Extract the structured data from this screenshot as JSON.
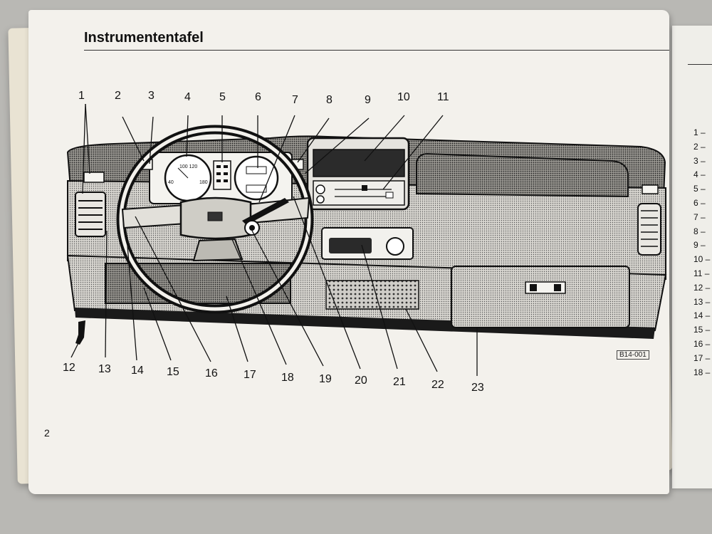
{
  "page": {
    "title": "Instrumententafel",
    "page_number": "2",
    "figure_code": "B14-001"
  },
  "callouts": [
    "1",
    "2",
    "3",
    "4",
    "5",
    "6",
    "7",
    "8",
    "9",
    "10",
    "11",
    "12",
    "13",
    "14",
    "15",
    "16",
    "17",
    "18",
    "19",
    "20",
    "21",
    "22",
    "23"
  ],
  "right_page": {
    "list": [
      "1 –",
      "2 –",
      "3 –",
      "4 –",
      "5 –",
      "6 –",
      "7 –",
      "8 –",
      "9 –",
      "10 –",
      "11 –",
      "12 –",
      "13 –",
      "14 –",
      "15 –",
      "16 –",
      "17 –",
      "18 –"
    ]
  },
  "colors": {
    "paper": "#f3f1ec",
    "ink": "#111111",
    "background": "#b9b8b4"
  }
}
